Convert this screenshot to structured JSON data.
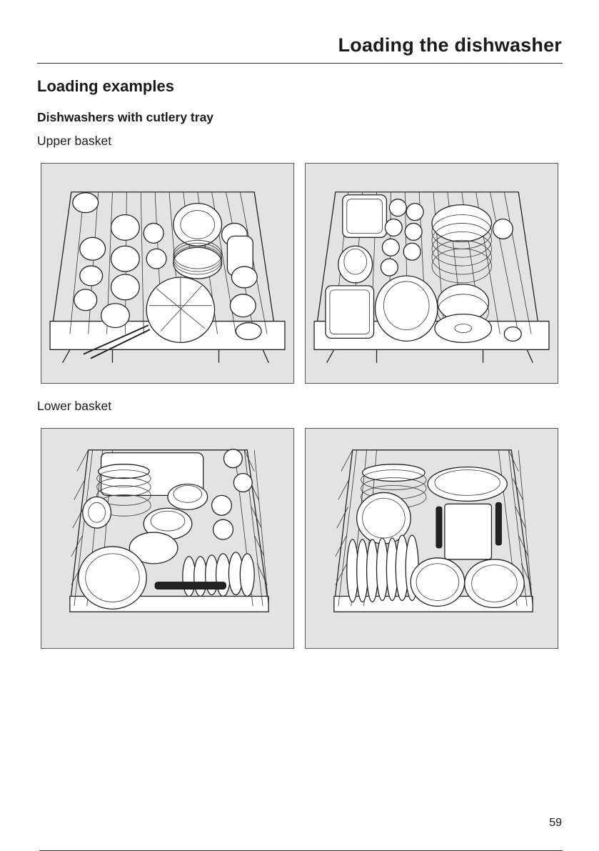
{
  "header": {
    "title": "Loading the dishwasher"
  },
  "section": {
    "heading": "Loading examples"
  },
  "subsection": {
    "heading": "Dishwashers with cutlery tray"
  },
  "labels": {
    "upper": "Upper basket",
    "lower": "Lower basket"
  },
  "footer": {
    "page_number": "59"
  }
}
